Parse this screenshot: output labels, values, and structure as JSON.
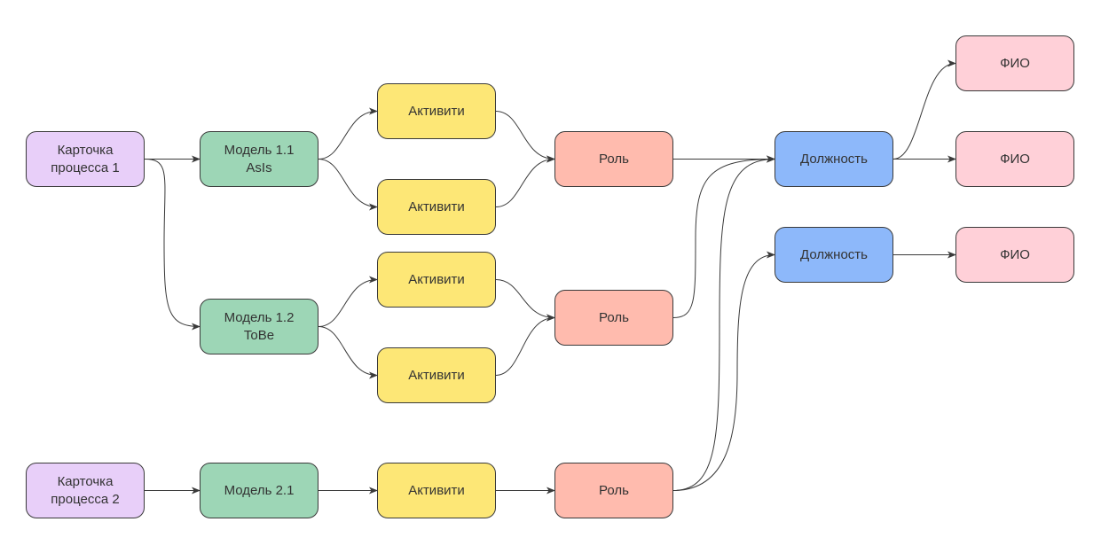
{
  "colors": {
    "process": "#e8cff9",
    "model": "#9dd6b6",
    "activity": "#fde776",
    "role": "#ffbbae",
    "position": "#8db8fa",
    "person": "#ffd0d8",
    "edge": "#3a3a3a"
  },
  "nodes": [
    {
      "id": "card1",
      "type": "process",
      "label": "Карточка\nпроцесса 1"
    },
    {
      "id": "model11",
      "type": "model",
      "label": "Модель 1.1\nAsIs"
    },
    {
      "id": "act1",
      "type": "activity",
      "label": "Активити"
    },
    {
      "id": "act2",
      "type": "activity",
      "label": "Активити"
    },
    {
      "id": "role1",
      "type": "role",
      "label": "Роль"
    },
    {
      "id": "pos1",
      "type": "position",
      "label": "Должность"
    },
    {
      "id": "fio1",
      "type": "person",
      "label": "ФИО"
    },
    {
      "id": "fio2",
      "type": "person",
      "label": "ФИО"
    },
    {
      "id": "model12",
      "type": "model",
      "label": "Модель 1.2\nToBe"
    },
    {
      "id": "act3",
      "type": "activity",
      "label": "Активити"
    },
    {
      "id": "act4",
      "type": "activity",
      "label": "Активити"
    },
    {
      "id": "role2",
      "type": "role",
      "label": "Роль"
    },
    {
      "id": "pos2",
      "type": "position",
      "label": "Должность"
    },
    {
      "id": "fio3",
      "type": "person",
      "label": "ФИО"
    },
    {
      "id": "card2",
      "type": "process",
      "label": "Карточка\nпроцесса 2"
    },
    {
      "id": "model21",
      "type": "model",
      "label": "Модель 2.1"
    },
    {
      "id": "act5",
      "type": "activity",
      "label": "Активити"
    },
    {
      "id": "role3",
      "type": "role",
      "label": "Роль"
    }
  ],
  "edges": [
    {
      "from": "card1",
      "to": "model11"
    },
    {
      "from": "card1",
      "to": "model12"
    },
    {
      "from": "model11",
      "to": "act1"
    },
    {
      "from": "model11",
      "to": "act2"
    },
    {
      "from": "act1",
      "to": "role1"
    },
    {
      "from": "act2",
      "to": "role1"
    },
    {
      "from": "model12",
      "to": "act3"
    },
    {
      "from": "model12",
      "to": "act4"
    },
    {
      "from": "act3",
      "to": "role2"
    },
    {
      "from": "act4",
      "to": "role2"
    },
    {
      "from": "role1",
      "to": "pos1"
    },
    {
      "from": "role2",
      "to": "pos1"
    },
    {
      "from": "role3",
      "to": "pos1"
    },
    {
      "from": "role3",
      "to": "pos2"
    },
    {
      "from": "pos1",
      "to": "fio1"
    },
    {
      "from": "pos1",
      "to": "fio2"
    },
    {
      "from": "pos2",
      "to": "fio3"
    },
    {
      "from": "card2",
      "to": "model21"
    },
    {
      "from": "model21",
      "to": "act5"
    },
    {
      "from": "act5",
      "to": "role3"
    }
  ]
}
